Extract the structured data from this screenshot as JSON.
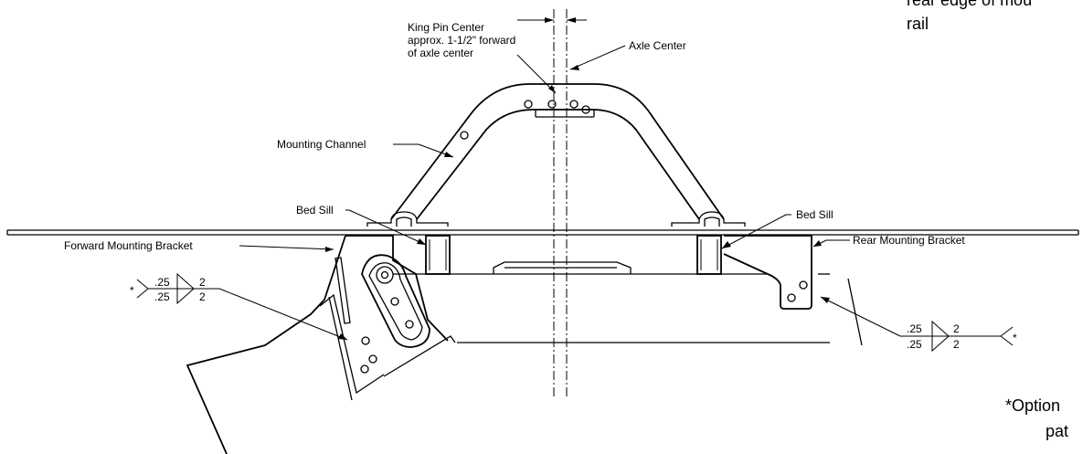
{
  "labels": {
    "king_pin_line1": "King Pin Center",
    "king_pin_line2": "approx. 1-1/2\" forward",
    "king_pin_line3": "of axle center",
    "axle_center": "Axle Center",
    "mounting_channel": "Mounting Channel",
    "bed_sill_left": "Bed Sill",
    "bed_sill_right": "Bed Sill",
    "forward_bracket": "Forward Mounting Bracket",
    "rear_bracket": "Rear Mounting Bracket",
    "top_right_line1": "rear edge of mou",
    "top_right_line2": "rail",
    "bottom_right_line1": "*Option",
    "bottom_right_line2": "pat"
  },
  "weld_left": {
    "top_size": ".25",
    "top_length": "2",
    "bottom_size": ".25",
    "bottom_length": "2",
    "tail": "*"
  },
  "weld_right": {
    "top_size": ".25",
    "top_length": "2",
    "bottom_size": ".25",
    "bottom_length": "2",
    "tail": "*"
  }
}
